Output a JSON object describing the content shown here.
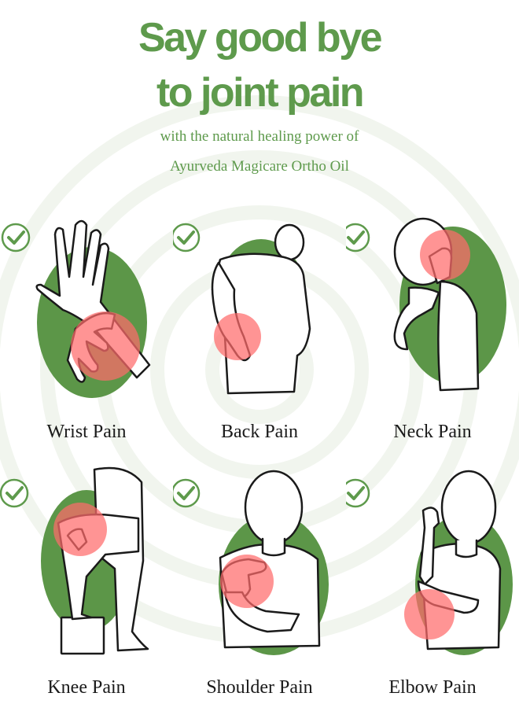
{
  "header": {
    "title_line1": "Say good bye",
    "title_line2": "to  joint pain",
    "subtitle_line1": "with the natural healing power of",
    "subtitle_line2": "Ayurveda Magicare Ortho Oil"
  },
  "colors": {
    "brand_green": "#5e9a4c",
    "blob_green": "#5c9648",
    "pain_red": "#ff6b6b"
  },
  "items": [
    {
      "label": "Wrist Pain",
      "icon": "check-icon"
    },
    {
      "label": "Back Pain",
      "icon": "check-icon"
    },
    {
      "label": "Neck Pain",
      "icon": "check-icon"
    },
    {
      "label": "Knee Pain",
      "icon": "check-icon"
    },
    {
      "label": "Shoulder Pain",
      "icon": "check-icon"
    },
    {
      "label": "Elbow Pain",
      "icon": "check-icon"
    }
  ]
}
